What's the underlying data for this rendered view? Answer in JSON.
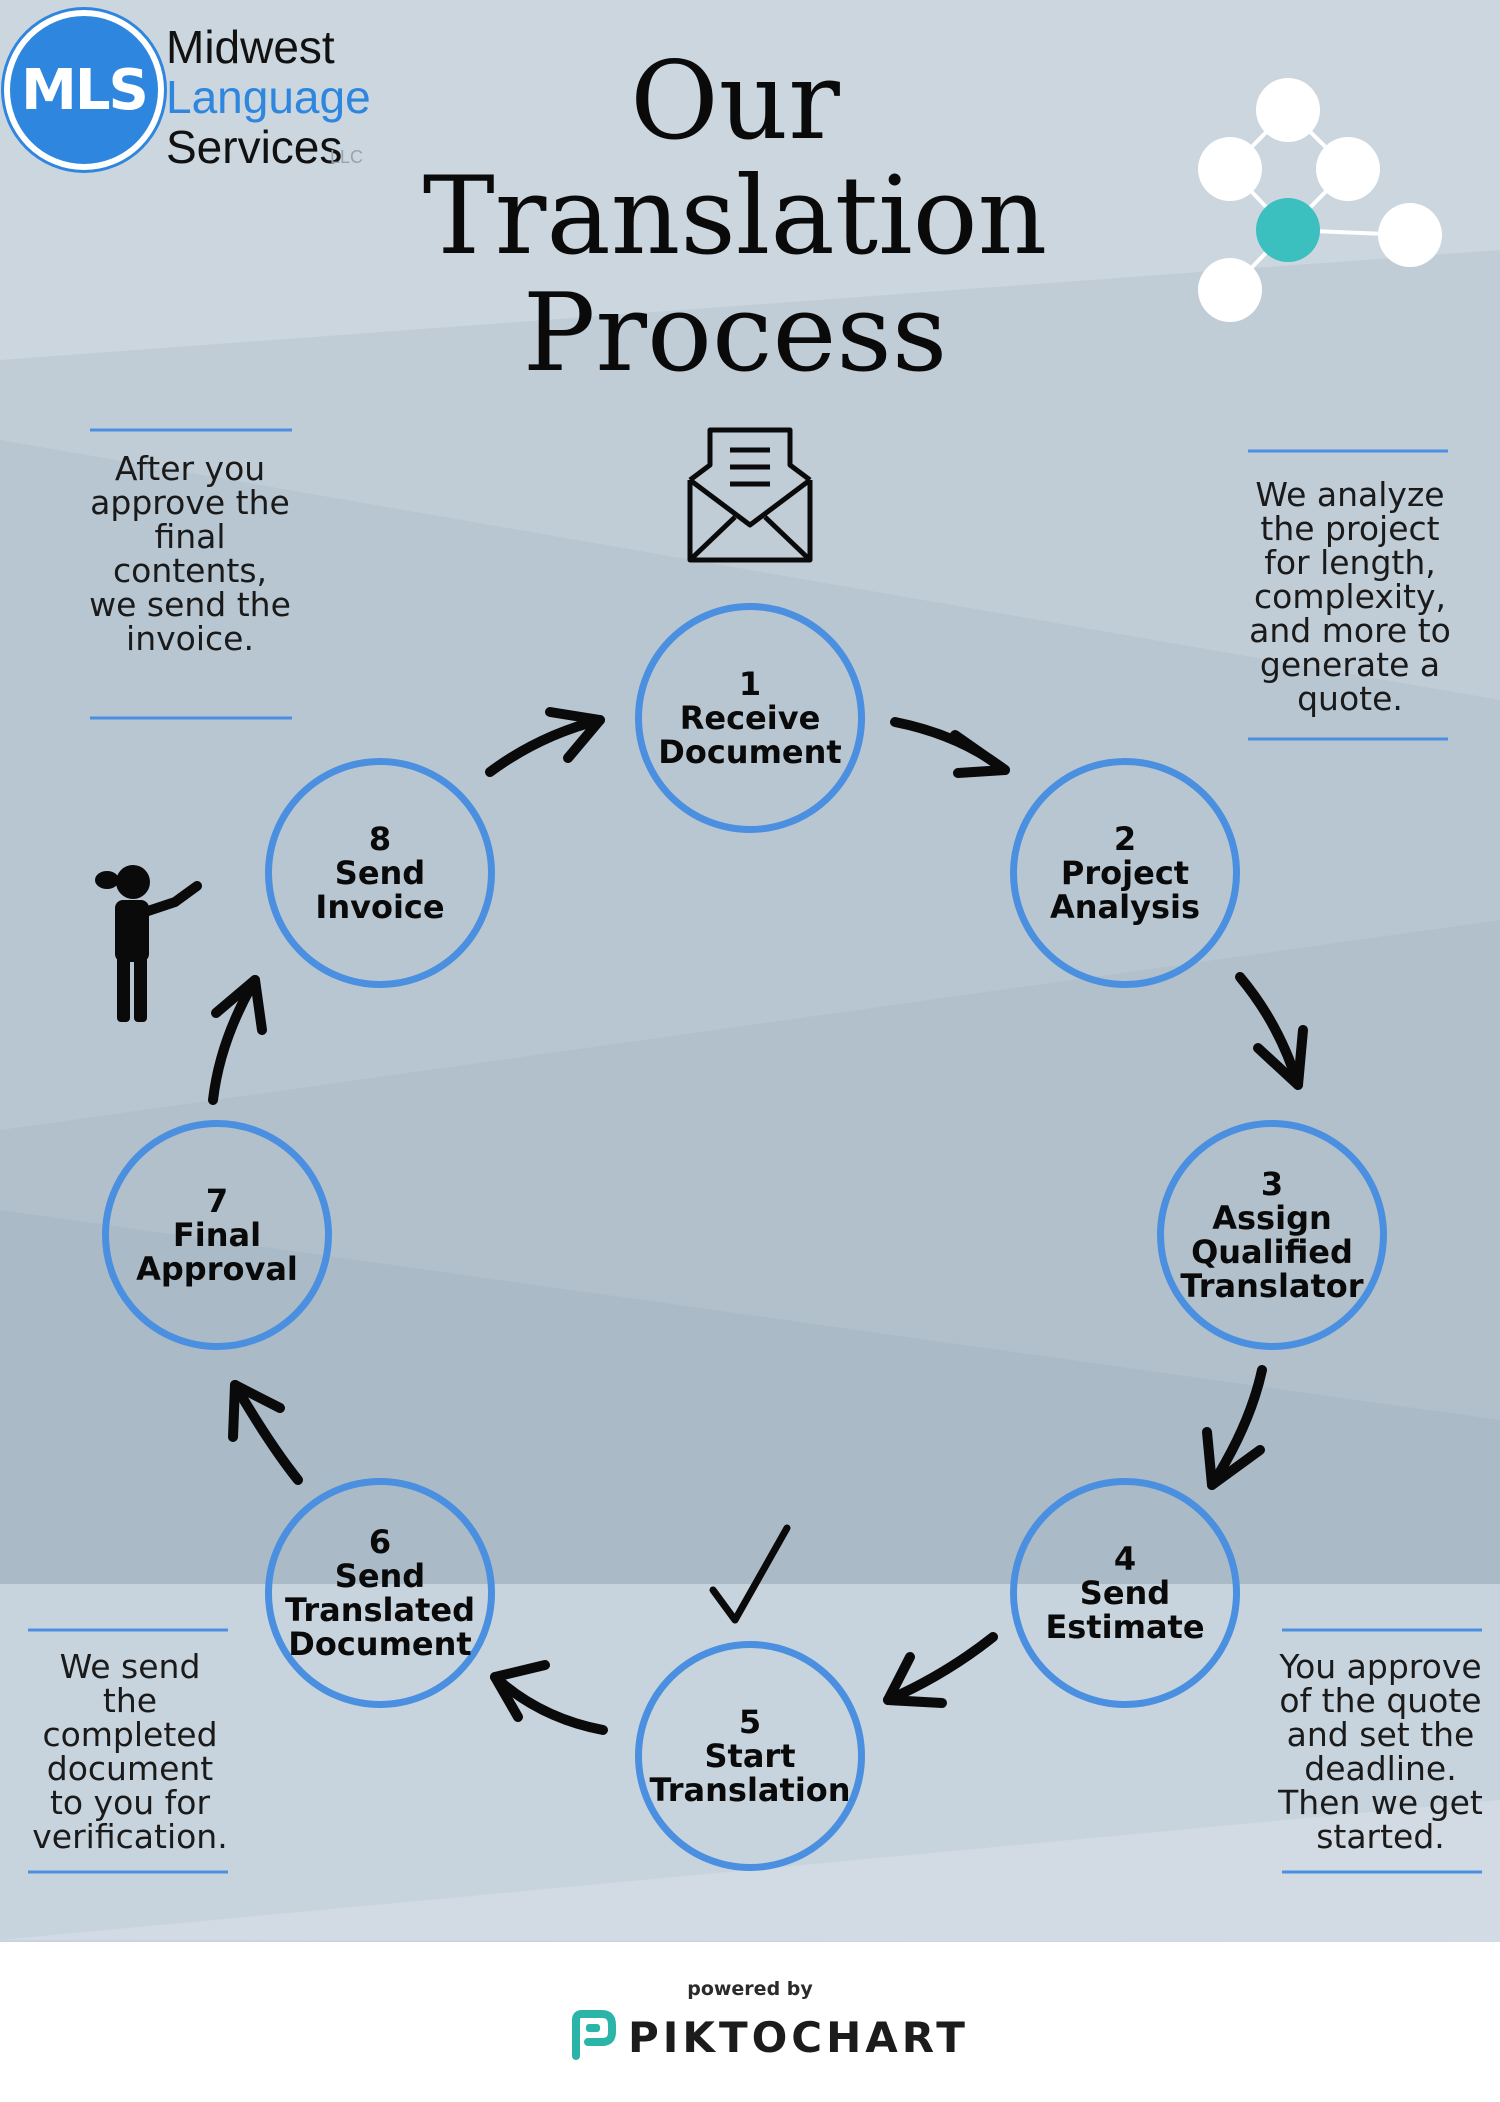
{
  "logo": {
    "badge": "MLS",
    "line1": "Midwest",
    "line2": "Language",
    "line3": "Services",
    "suffix": "LLC"
  },
  "title": {
    "line1": "Our",
    "line2": "Translation",
    "line3": "Process"
  },
  "steps": [
    {
      "number": "1",
      "label": "Receive\nDocument"
    },
    {
      "number": "2",
      "label": "Project\nAnalysis"
    },
    {
      "number": "3",
      "label": "Assign\nQualified\nTranslator"
    },
    {
      "number": "4",
      "label": "Send\nEstimate"
    },
    {
      "number": "5",
      "label": "Start\nTranslation"
    },
    {
      "number": "6",
      "label": "Send\nTranslated\nDocument"
    },
    {
      "number": "7",
      "label": "Final\nApproval"
    },
    {
      "number": "8",
      "label": "Send\nInvoice"
    }
  ],
  "notes": {
    "invoice": "After you\napprove the\nfinal\ncontents,\nwe send the\ninvoice.",
    "analyze": "We analyze\nthe project\nfor length,\ncomplexity,\nand more to\ngenerate a\nquote.",
    "verify": "We send\nthe\ncompleted\ndocument\nto you for\nverification.",
    "approve": "You approve\nof the quote\nand set the\ndeadline.\nThen we get\nstarted."
  },
  "icons": [
    "envelope-icon",
    "checkmark-icon",
    "person-pointing-icon",
    "network-nodes-icon",
    "piktochart-logo-icon"
  ],
  "colors": {
    "circle_border": "#4a8fe0",
    "accent_teal": "#3bbfbf",
    "brand_blue": "#2e86de"
  },
  "footer": {
    "powered": "powered by",
    "brand": "PIKTOCHART"
  }
}
